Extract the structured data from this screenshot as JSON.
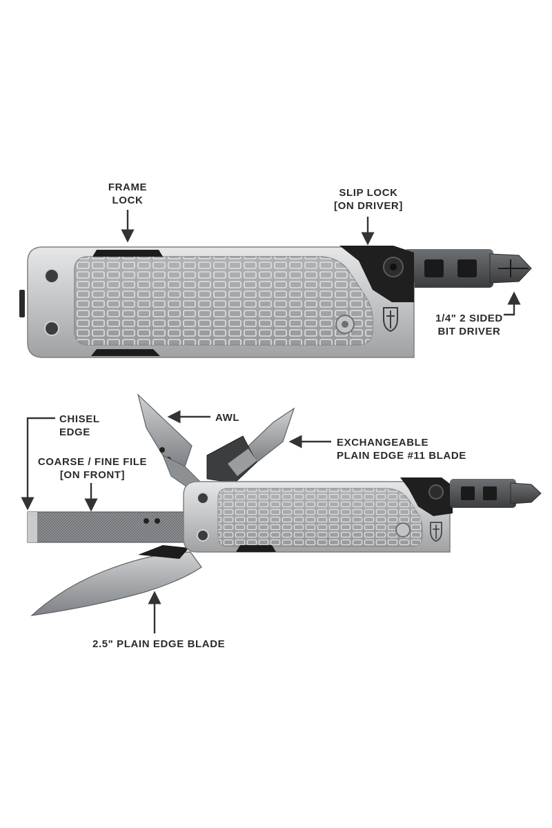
{
  "callouts": {
    "frame_lock": {
      "line1": "FRAME",
      "line2": "LOCK"
    },
    "slip_lock": {
      "line1": "SLIP LOCK",
      "line2": "[ON DRIVER]"
    },
    "bit_driver": {
      "line1": "1/4\" 2 SIDED",
      "line2": "BIT DRIVER"
    },
    "chisel_edge": {
      "line1": "CHISEL",
      "line2": "EDGE"
    },
    "awl": {
      "line1": "AWL"
    },
    "exchangeable_blade": {
      "line1": "EXCHANGEABLE",
      "line2": "PLAIN EDGE #11 BLADE"
    },
    "file": {
      "line1": "COARSE / FINE FILE",
      "line2": "[ON FRONT]"
    },
    "main_blade": {
      "line1": "2.5\" PLAIN EDGE BLADE"
    }
  },
  "colors": {
    "background": "#ffffff",
    "label_text": "#2a2a2a",
    "arrow": "#333333",
    "handle_aluminum": "#b9bbbd",
    "handle_inset": "#a6a8aa",
    "frame_black": "#1c1c1c",
    "blade_steel": "#9ea1a4"
  },
  "icons": [
    "gerber-logo-icon",
    "pivot-screw-icon",
    "phillips-bit-icon"
  ]
}
